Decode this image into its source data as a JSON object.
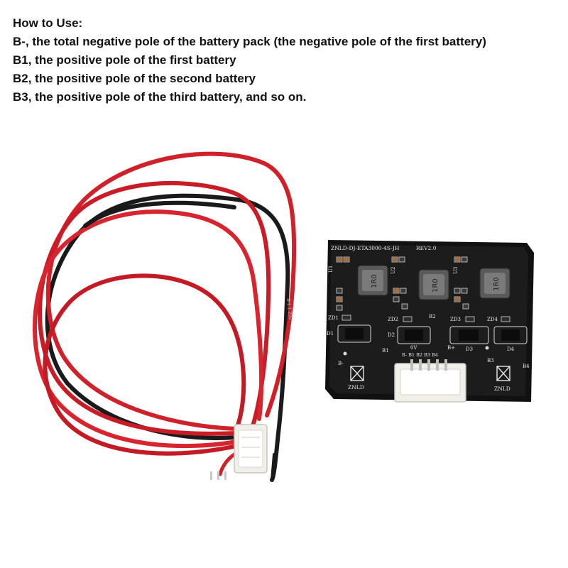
{
  "instructions": {
    "heading": "How to Use:",
    "lines": [
      "B-, the total negative pole of the battery pack (the negative pole of the first battery)",
      "B1, the positive pole of the first battery",
      "B2, the positive pole of the second battery",
      "B3, the positive pole of the third battery, and so on."
    ]
  },
  "board": {
    "model": "ZNLD-DJ-ETA3000-4S-JH",
    "revision": "REV2.0",
    "inductor_marking": "1R0",
    "logo_text": "ZNLD",
    "labels": {
      "u1": "U1",
      "u2": "U2",
      "u3": "U3",
      "zd1": "ZD1",
      "zd2": "ZD2",
      "zd3": "ZD3",
      "zd4": "ZD4",
      "d1": "D1",
      "d2": "D2",
      "d3": "D3",
      "d4": "D4",
      "b1": "B1",
      "b2": "B2",
      "b3": "B3",
      "b4": "B4",
      "b_minus": "B-",
      "zero_v": "0V",
      "b_plus": "B+",
      "connector_pins": "B- B1 B2 B3 B4"
    }
  },
  "colors": {
    "wire_red": "#d0202a",
    "wire_black": "#1a1a1a",
    "pcb": "#111111",
    "connector": "#f1efe9"
  }
}
